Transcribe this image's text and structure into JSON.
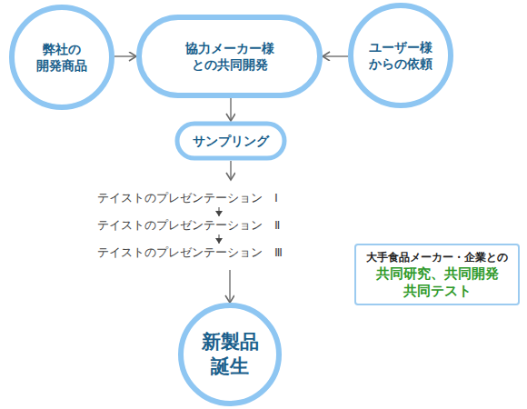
{
  "diagram": {
    "nodes": [
      {
        "text": [
          "弊社の 開発商品"
        ]
      },
      {
        "text": [
          "協力メーカー様 との共同開発"
        ]
      },
      {
        "text": [
          "ユーザー様 からの依頼"
        ]
      },
      {
        "text": [
          "サンプリング"
        ]
      },
      {
        "text": []
      },
      {
        "text": [
          "テイストのプレゼンテーション　Ⅰ"
        ],
        "in": 4
      },
      {
        "text": [
          "テイストのプレゼンテーション　Ⅱ"
        ],
        "in": 4
      },
      {
        "text": [
          "テイストのプレゼンテーション　Ⅲ"
        ],
        "in": 4
      },
      {
        "text": [
          "大手食品メーカー・企業との",
          "共同研究、共同開発 共同テスト"
        ]
      },
      {
        "text": [
          "新製品 誕生"
        ]
      }
    ],
    "edges": [
      {
        "from": 0,
        "to": 1,
        "arrow": "to"
      },
      {
        "from": 2,
        "to": 1,
        "arrow": "to"
      },
      {
        "from": 1,
        "to": 3,
        "arrow": "to"
      },
      {
        "from": 3,
        "to": 4,
        "arrow": "to"
      },
      {
        "from": 5,
        "to": 6,
        "arrow": "to"
      },
      {
        "from": 6,
        "to": 7,
        "arrow": "to"
      },
      {
        "from": 4,
        "to": 9,
        "arrow": "to"
      }
    ]
  }
}
